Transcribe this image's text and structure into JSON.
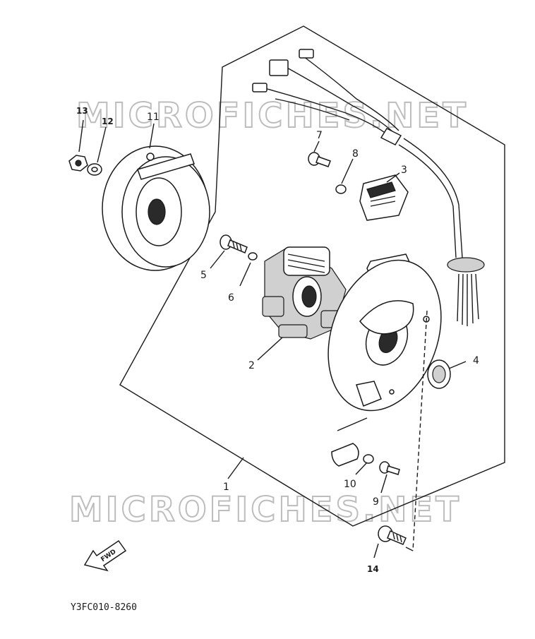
{
  "watermark": {
    "top": "MICROFICHES.NET",
    "bottom": "MICROFICHES.NET"
  },
  "fwd_label": "FWD",
  "drawing_code": "Y3FC010-8260",
  "callouts": [
    {
      "number": "1"
    },
    {
      "number": "2"
    },
    {
      "number": "3"
    },
    {
      "number": "4"
    },
    {
      "number": "5"
    },
    {
      "number": "6"
    },
    {
      "number": "7"
    },
    {
      "number": "8"
    },
    {
      "number": "9"
    },
    {
      "number": "10"
    },
    {
      "number": "11"
    },
    {
      "number": "12"
    },
    {
      "number": "13"
    },
    {
      "number": "14"
    }
  ]
}
